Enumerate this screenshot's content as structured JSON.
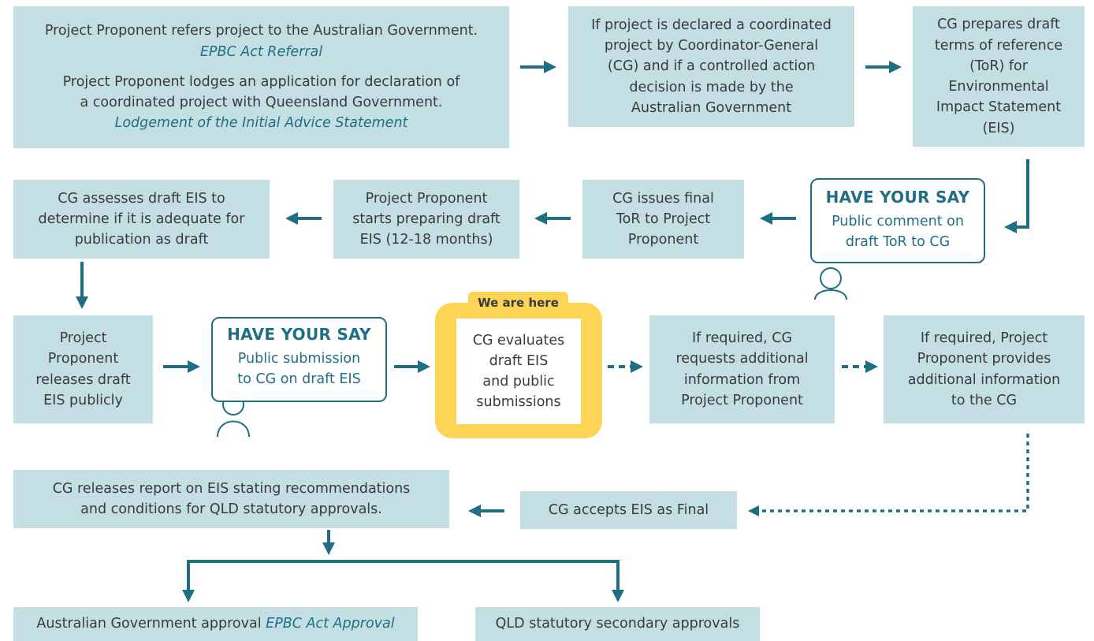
{
  "row1": {
    "box1": {
      "line1": "Project Proponent refers project to the Australian Government.",
      "line1_em": "EPBC Act Referral",
      "line2a": "Project Proponent lodges an application for declaration of",
      "line2b": "a coordinated project with Queensland Government.",
      "line2_em": "Lodgement of the Initial Advice Statement"
    },
    "box2": [
      "If project is declared a coordinated",
      "project by Coordinator-General",
      "(CG) and if a controlled action",
      "decision is made by the",
      "Australian Government"
    ],
    "box3": [
      "CG prepares draft",
      "terms of reference",
      "(ToR) for",
      "Environmental",
      "Impact Statement",
      "(EIS)"
    ]
  },
  "row2": {
    "say": {
      "heading": "HAVE YOUR SAY",
      "lines": [
        "Public comment on",
        "draft ToR to CG"
      ]
    },
    "final_tor": [
      "CG issues final",
      "ToR to Project",
      "Proponent"
    ],
    "preparing": [
      "Project Proponent",
      "starts preparing draft",
      "EIS (12-18 months)"
    ],
    "assesses": [
      "CG assesses draft EIS to",
      "determine if it is adequate for",
      "publication as draft"
    ]
  },
  "row3": {
    "releases": [
      "Project",
      "Proponent",
      "releases draft",
      "EIS publicly"
    ],
    "say": {
      "heading": "HAVE YOUR SAY",
      "lines": [
        "Public submission",
        "to CG on draft EIS"
      ]
    },
    "here_tag": "We are here",
    "evaluates": [
      "CG evaluates",
      "draft EIS",
      "and public",
      "submissions"
    ],
    "requests": [
      "If required, CG",
      "requests additional",
      "information from",
      "Project Proponent"
    ],
    "provides": [
      "If required, Project",
      "Proponent provides",
      "additional information",
      "to the CG"
    ]
  },
  "row4": {
    "report": [
      "CG releases report on EIS stating recommendations",
      "and conditions for QLD statutory approvals."
    ],
    "accepts": "CG accepts EIS as Final"
  },
  "row5": {
    "aus_text": "Australian Government approval ",
    "aus_em": "EPBC Act Approval",
    "qld": "QLD statutory secondary approvals"
  },
  "colors": {
    "box": "#c3dfe4",
    "accent": "#1f6f84",
    "highlight": "#fcd557"
  }
}
